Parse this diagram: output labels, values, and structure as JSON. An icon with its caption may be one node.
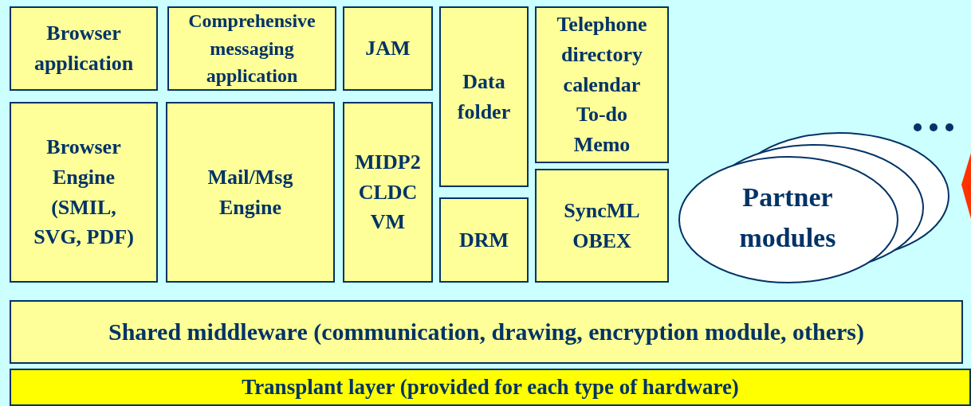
{
  "diagram": {
    "nodes": [
      {
        "text": [
          "Browser application"
        ]
      },
      {
        "text": [
          "Comprehensive messaging application"
        ]
      },
      {
        "text": [
          "JAM"
        ]
      },
      {
        "text": [
          "Data folder"
        ]
      },
      {
        "text": [
          "Telephone directory calendar To-do Memo"
        ]
      },
      {
        "text": [
          "Browser Engine (SMIL, SVG, PDF)"
        ]
      },
      {
        "text": [
          "Mail/Msg Engine"
        ]
      },
      {
        "text": [
          "MIDP2 CLDC VM"
        ]
      },
      {
        "text": [
          "DRM"
        ]
      },
      {
        "text": [
          "SyncML OBEX"
        ]
      },
      {
        "text": [
          "Partner modules"
        ]
      },
      {
        "text": [
          "Shared middleware (communication, drawing, encryption module, others)"
        ]
      },
      {
        "text": [
          "Transplant layer (provided for each type of hardware)"
        ]
      }
    ],
    "edges": []
  }
}
